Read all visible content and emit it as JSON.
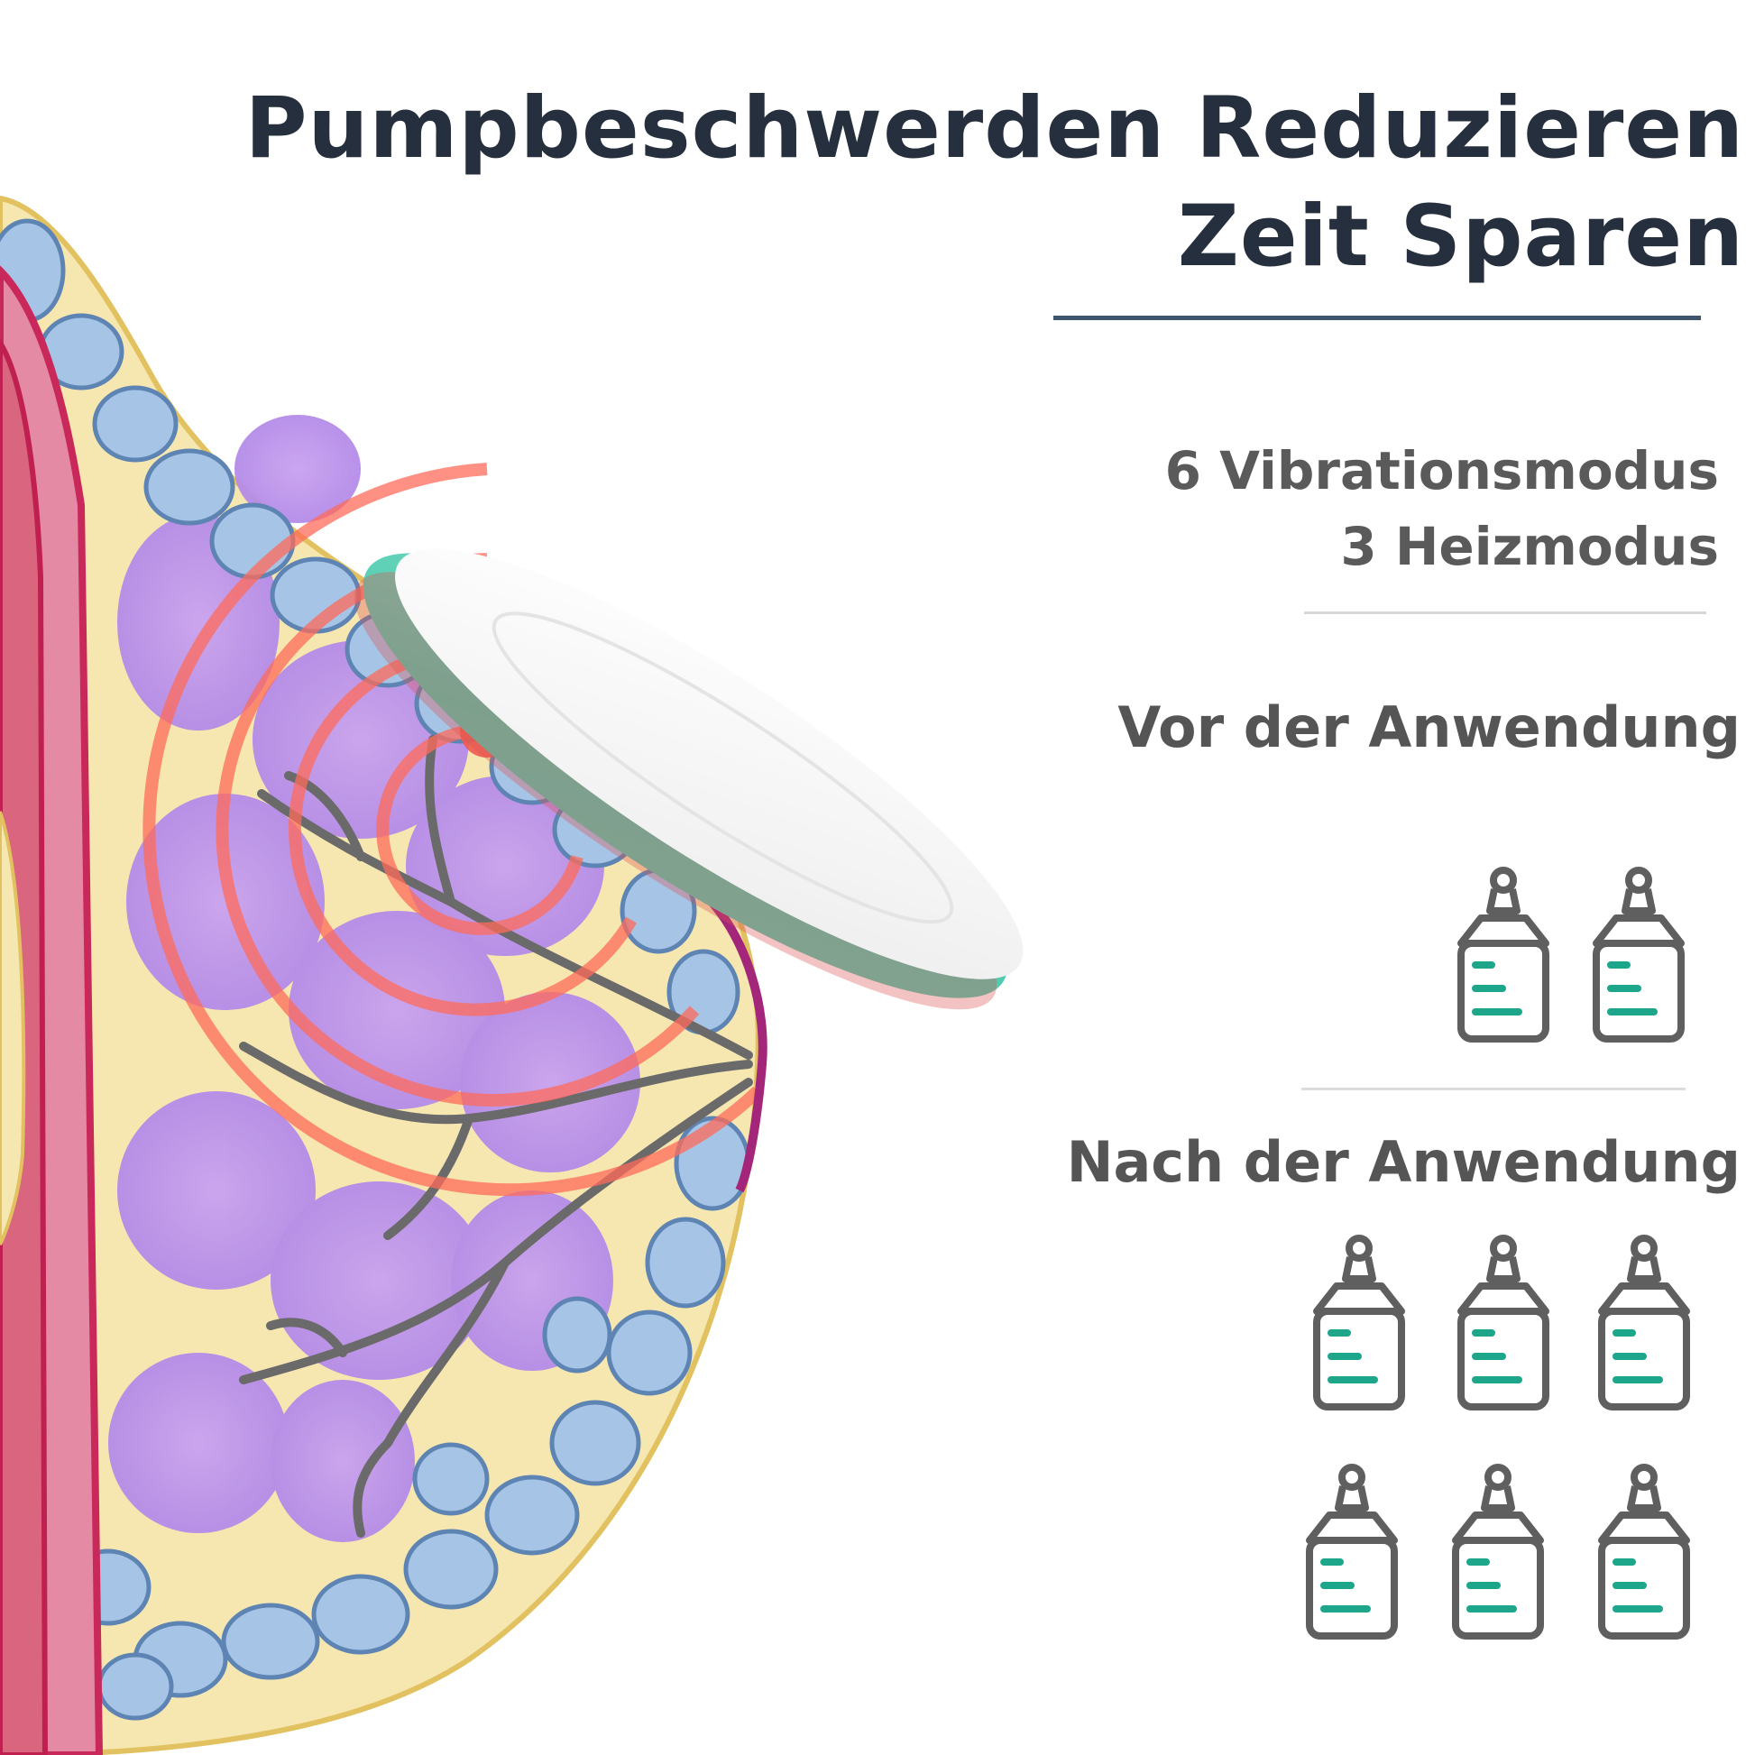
{
  "title": {
    "line1": "Pumpbeschwerden Reduzieren",
    "line2": "Zeit Sparen"
  },
  "features": {
    "vibration": "6 Vibrationsmodus",
    "heating": "3 Heizmodus"
  },
  "comparison": {
    "before_label": "Vor der Anwendung",
    "after_label": "Nach der Anwendung",
    "before_bottles": 2,
    "after_bottles": 6
  },
  "colors": {
    "title": "#262f3d",
    "text": "#555555",
    "accent": "#1ea68a",
    "bottle_outline": "#5f5f5f",
    "device_teal": "#5fd2ba"
  },
  "icons": [
    "milk-bottle-icon",
    "heat-wave-icon"
  ]
}
